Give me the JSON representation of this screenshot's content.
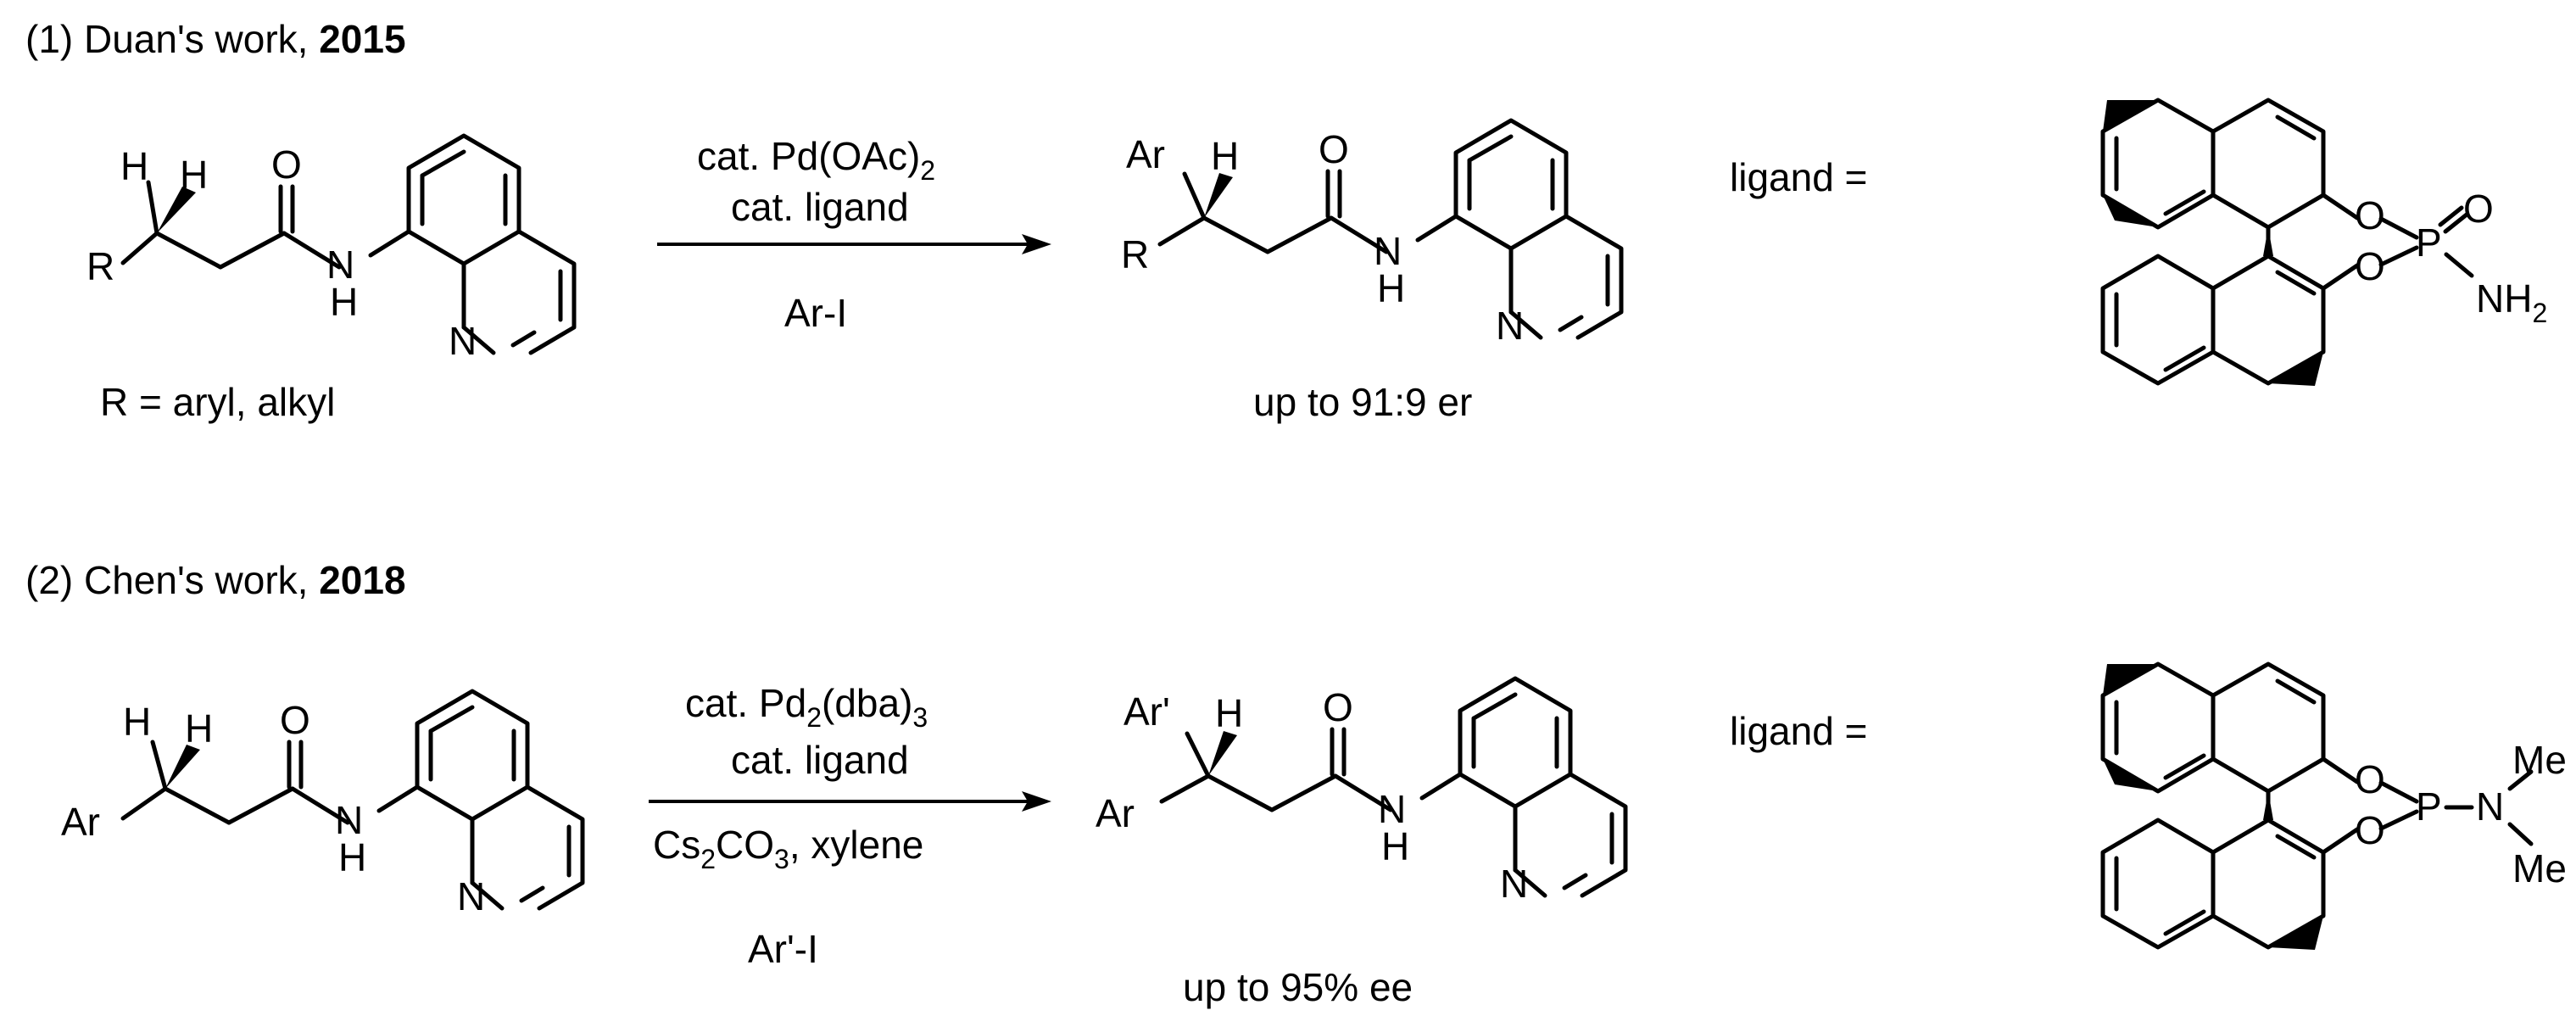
{
  "scheme_1": {
    "title": "(1) Duan's work, ",
    "year": "2015",
    "reagent_1_main": "cat. Pd(OAc)",
    "reagent_1_sub": "2",
    "reagent_2": "cat. ligand",
    "reagent_3": "Ar-I",
    "substrate_note": "R = aryl, alkyl",
    "result": "up to 91:9 er",
    "ligand_label": "ligand =",
    "substrate_r": "R",
    "product_ar": "Ar",
    "product_r": "R",
    "ligand_substituent": "NH",
    "ligand_substituent_sub": "2"
  },
  "scheme_2": {
    "title": "(2) Chen's work, ",
    "year": "2018",
    "reagent_1_main": "cat. Pd",
    "reagent_1_sub1": "2",
    "reagent_1_mid": "(dba)",
    "reagent_1_sub2": "3",
    "reagent_2": "cat. ligand",
    "reagent_3_pre": "Cs",
    "reagent_3_sub1": "2",
    "reagent_3_mid": "CO",
    "reagent_3_sub2": "3",
    "reagent_3_post": ", xylene",
    "reagent_4": "Ar'-I",
    "result": "up to 95% ee",
    "ligand_label": "ligand =",
    "substrate_ar": "Ar",
    "product_ar_prime": "Ar'",
    "product_ar": "Ar",
    "ligand_substituent_1": "Me",
    "ligand_substituent_2": "Me"
  },
  "atoms": {
    "h": "H",
    "o": "O",
    "n": "N",
    "p": "P"
  }
}
